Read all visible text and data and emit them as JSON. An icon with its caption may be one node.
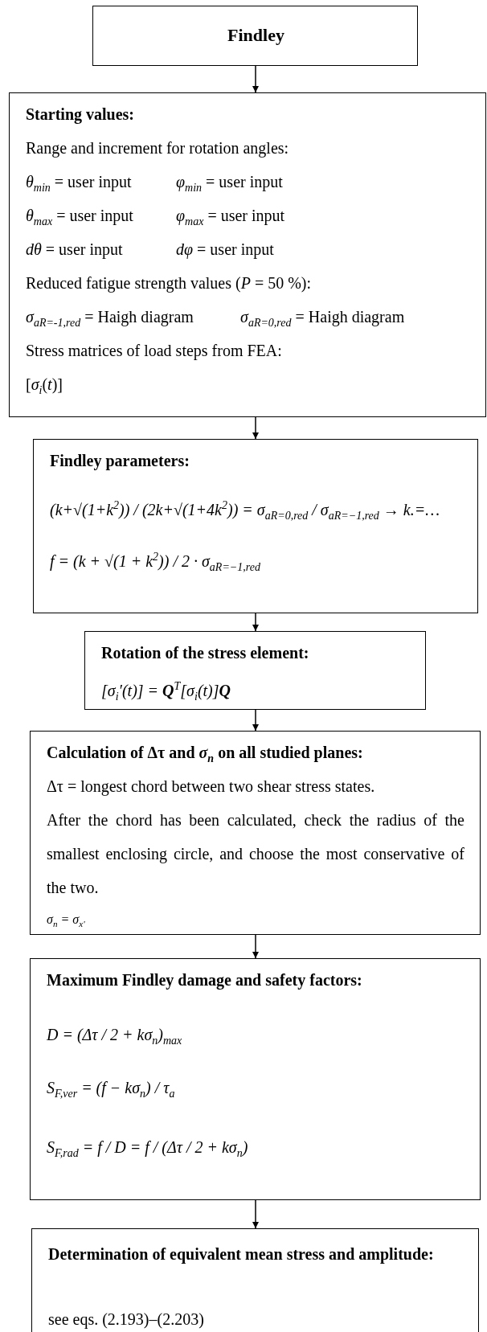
{
  "diagram": {
    "nodes": [
      {
        "text": [
          "Findley"
        ]
      },
      {
        "text": [
          "Starting values:",
          "Range and increment for rotation angles:",
          "*θ*$_{min}$ = user input",
          "*φ*$_{min}$ = user input",
          "*θ*$_{max}$ = user input",
          "*φ*$_{max}$ = user input",
          "*dθ* = user input",
          "*dφ* = user input",
          "Reduced fatigue strength values (*P* = 50 %):",
          "*σ*$_{aR=-1,red}$ = Haigh diagram",
          "*σ*$_{aR=0,red}$ = Haigh diagram",
          "Stress matrices of load steps from FEA:",
          "[*σ*$_{i}$(*t*)]"
        ]
      },
      {
        "text": [
          "Findley parameters:",
          "(k+√(1+k$^{2}$)) / (2k+√(1+4k$^{2}$)) = σ$_{aR=0,red}$ / σ$_{aR=−1,red}$ → k.=…",
          "f = (k + √(1 + k$^{2}$)) / 2 · σ$_{aR=−1,red}$"
        ]
      },
      {
        "text": [
          "Rotation of the stress element:",
          "[σ$_{i}$′(t)] = **Q**$^{T}$[σ$_{i}$(t)]**Q**"
        ]
      },
      {
        "text": [
          "Calculation of Δτ and *σ*$_{n}$ on all studied planes:",
          "Δτ = longest chord between two shear stress states.",
          "After the chord has been calculated, check the radius of the smallest enclosing circle, and choose the most conservative of the two.",
          "*σ*$_{n}$ = *σ*$_{x'}$"
        ]
      },
      {
        "text": [
          "Maximum Findley damage and safety factors:",
          "D = (Δτ / 2 + kσ$_{n}$)$_{max}$",
          "S$_{F,ver}$ = (f − kσ$_{n}$) / τ$_{a}$",
          "S$_{F,rad}$ = f / D = f / (Δτ / 2 + kσ$_{n}$)"
        ]
      },
      {
        "text": [
          "Determination of equivalent mean stress and amplitude:",
          "see eqs. (2.193)–(2.203)"
        ]
      }
    ],
    "edges": [
      {
        "from": 0,
        "to": 1,
        "arrow": "to"
      },
      {
        "from": 1,
        "to": 2,
        "arrow": "to"
      },
      {
        "from": 2,
        "to": 3,
        "arrow": "to"
      },
      {
        "from": 3,
        "to": 4,
        "arrow": "to"
      },
      {
        "from": 4,
        "to": 5,
        "arrow": "to"
      },
      {
        "from": 5,
        "to": 6,
        "arrow": "to"
      }
    ]
  }
}
